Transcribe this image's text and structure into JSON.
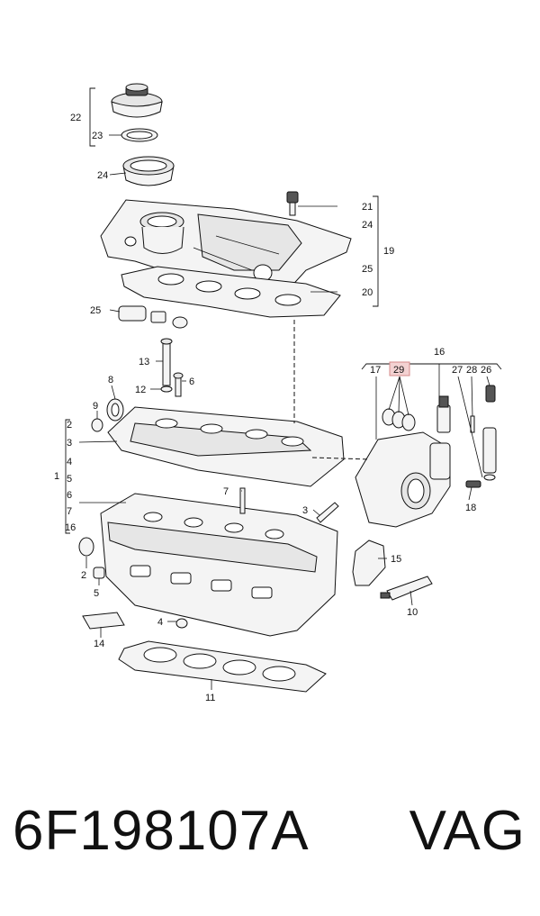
{
  "callouts": {
    "c22": "22",
    "c23": "23",
    "c24a": "24",
    "c21": "21",
    "c24b": "24",
    "c19": "19",
    "c25b": "25",
    "c20": "20",
    "c25a": "25",
    "c13": "13",
    "c12": "12",
    "c6a": "6",
    "c8": "8",
    "c9": "9",
    "c2a": "2",
    "c3a": "3",
    "c1": "1",
    "c4a": "4",
    "c5a": "5",
    "c6b": "6",
    "c7a": "7",
    "c16b": "16",
    "c7b": "7",
    "c3b": "3",
    "c16a": "16",
    "c17": "17",
    "c29": "29",
    "c27": "27",
    "c28": "28",
    "c26": "26",
    "c18": "18",
    "c15": "15",
    "c10": "10",
    "c2b": "2",
    "c5b": "5",
    "c4b": "4",
    "c14": "14",
    "c11": "11"
  },
  "highlight_color": "#f3d2d2",
  "footer": {
    "part_number": "6F198107A",
    "brand": "VAG"
  }
}
